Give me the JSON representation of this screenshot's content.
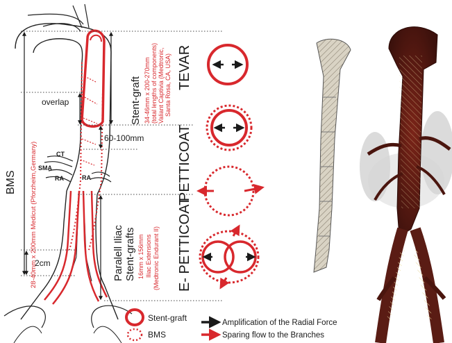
{
  "colors": {
    "stent_red": "#d8282d",
    "black": "#1a1a1a",
    "vessel_outline": "#222222",
    "tissue_dark": "#5a1c14",
    "stent_metal": "#c8b99a"
  },
  "labels": {
    "bms": "BMS",
    "bms_spec": "28-40mm x 200mm Medicut (Pforzheim,Germany)",
    "overlap": "overlap",
    "ct": "CT",
    "sma": "SMA",
    "ra_left": "RA",
    "ra_right": "RA",
    "two_cm": "2cm",
    "stent_graft": "Stent-graft",
    "stent_graft_spec_1": "34-46mm x 200-270mm",
    "stent_graft_spec_2": "(total lengths of components)",
    "stent_graft_spec_3": "Valiant Captivia (Medtronic,",
    "stent_graft_spec_4": "Santa Rosa, CA, USA)",
    "range_60_100": "60-100mm",
    "paralell_iliac": "Paralell Iliac",
    "stent_grafts": "Stent-grafts",
    "iliac_spec_1": "16mm x 156mm",
    "iliac_spec_2": "Iliac Extensions",
    "iliac_spec_3": "(Medtronic Endurant II)",
    "tevar": "TEVAR",
    "petticoat": "PETTICOAT",
    "e_petticoat": "E- PETTICOAT"
  },
  "legend": {
    "stent_graft": "Stent-graft",
    "bms": "BMS",
    "black_arrow": "Amplification of the Radial Force",
    "red_arrow": "Sparing flow to the Branches"
  },
  "icons": {
    "black_arrow": "black-arrow-icon",
    "red_arrow": "red-arrow-icon",
    "solid_ring": "solid-red-ring-icon",
    "dashed_ring": "dashed-red-ring-icon"
  }
}
